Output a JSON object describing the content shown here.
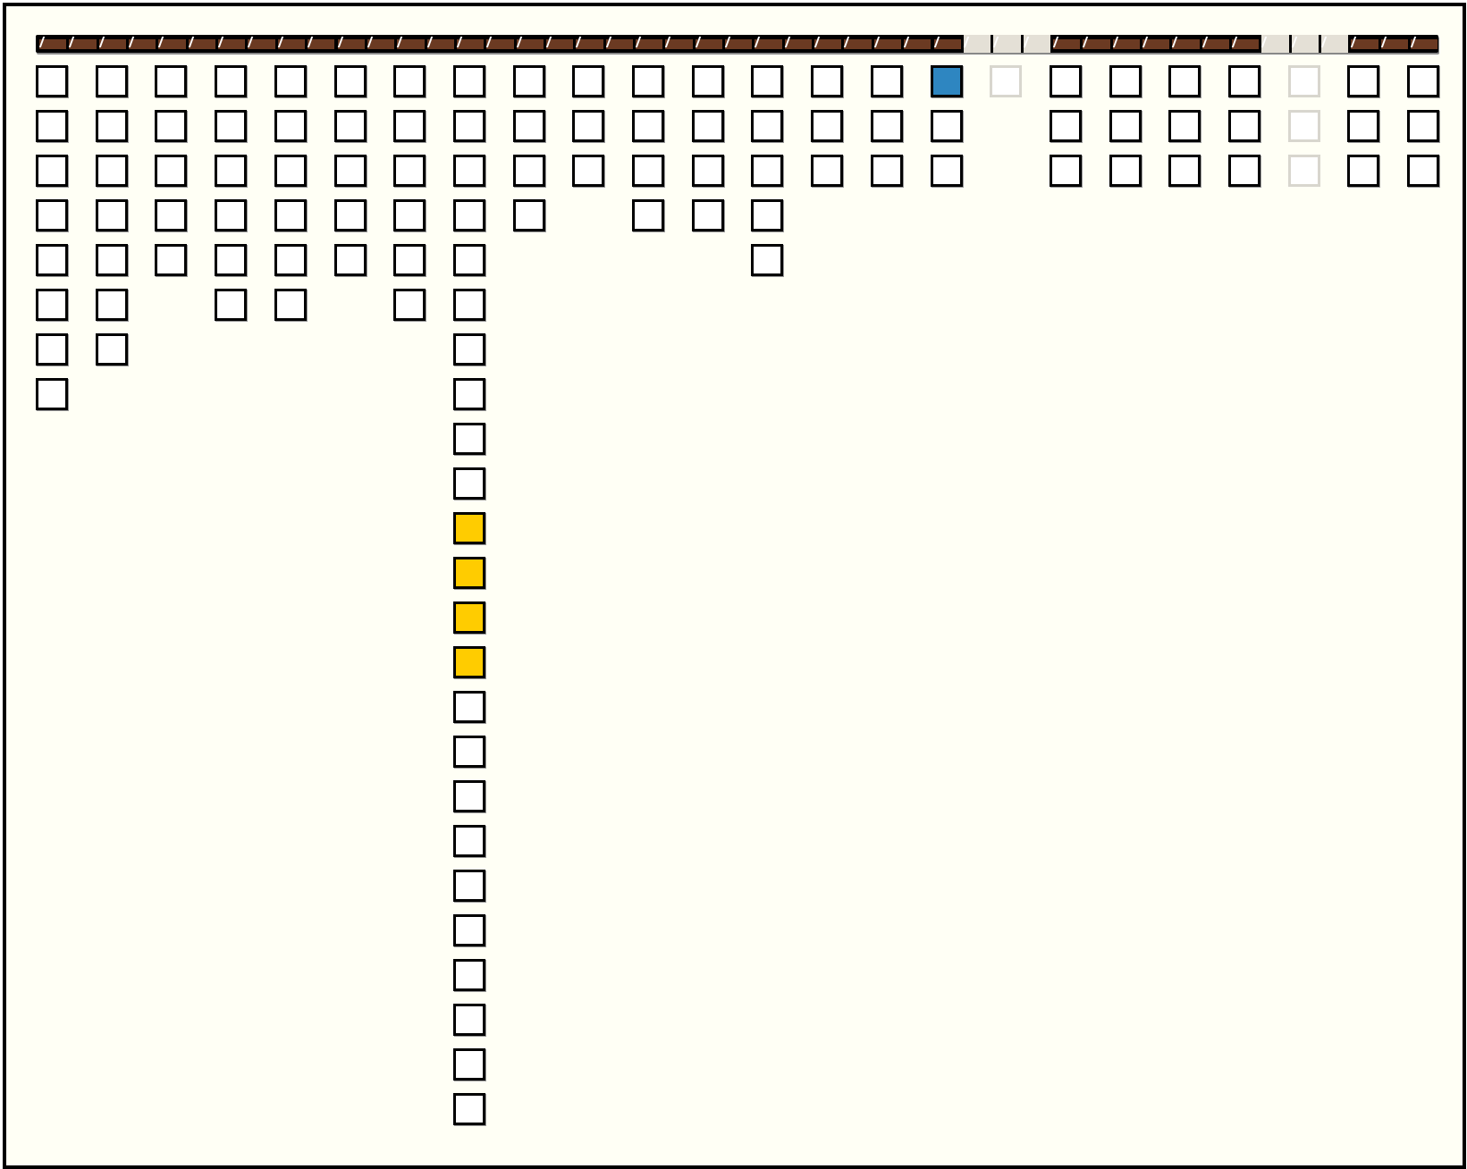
{
  "game": {
    "colors": {
      "background": "#fffff5",
      "bar": "#6b3a22",
      "selected": "#2e86c1",
      "highlight": "#ffcc00",
      "faded": "#d8d6ce"
    },
    "columns": [
      {
        "count": 8
      },
      {
        "count": 7
      },
      {
        "count": 5
      },
      {
        "count": 6
      },
      {
        "count": 6
      },
      {
        "count": 5
      },
      {
        "count": 6
      },
      {
        "count": 24,
        "highlight_rows": [
          10,
          11,
          12,
          13
        ]
      },
      {
        "count": 4
      },
      {
        "count": 3
      },
      {
        "count": 4
      },
      {
        "count": 4
      },
      {
        "count": 5
      },
      {
        "count": 3
      },
      {
        "count": 3
      },
      {
        "count": 3,
        "selected_rows": [
          0
        ]
      },
      {
        "count": 1,
        "faded": true
      },
      {
        "count": 3
      },
      {
        "count": 3
      },
      {
        "count": 3
      },
      {
        "count": 3
      },
      {
        "count": 3,
        "faded": true
      },
      {
        "count": 3
      },
      {
        "count": 3
      }
    ]
  }
}
